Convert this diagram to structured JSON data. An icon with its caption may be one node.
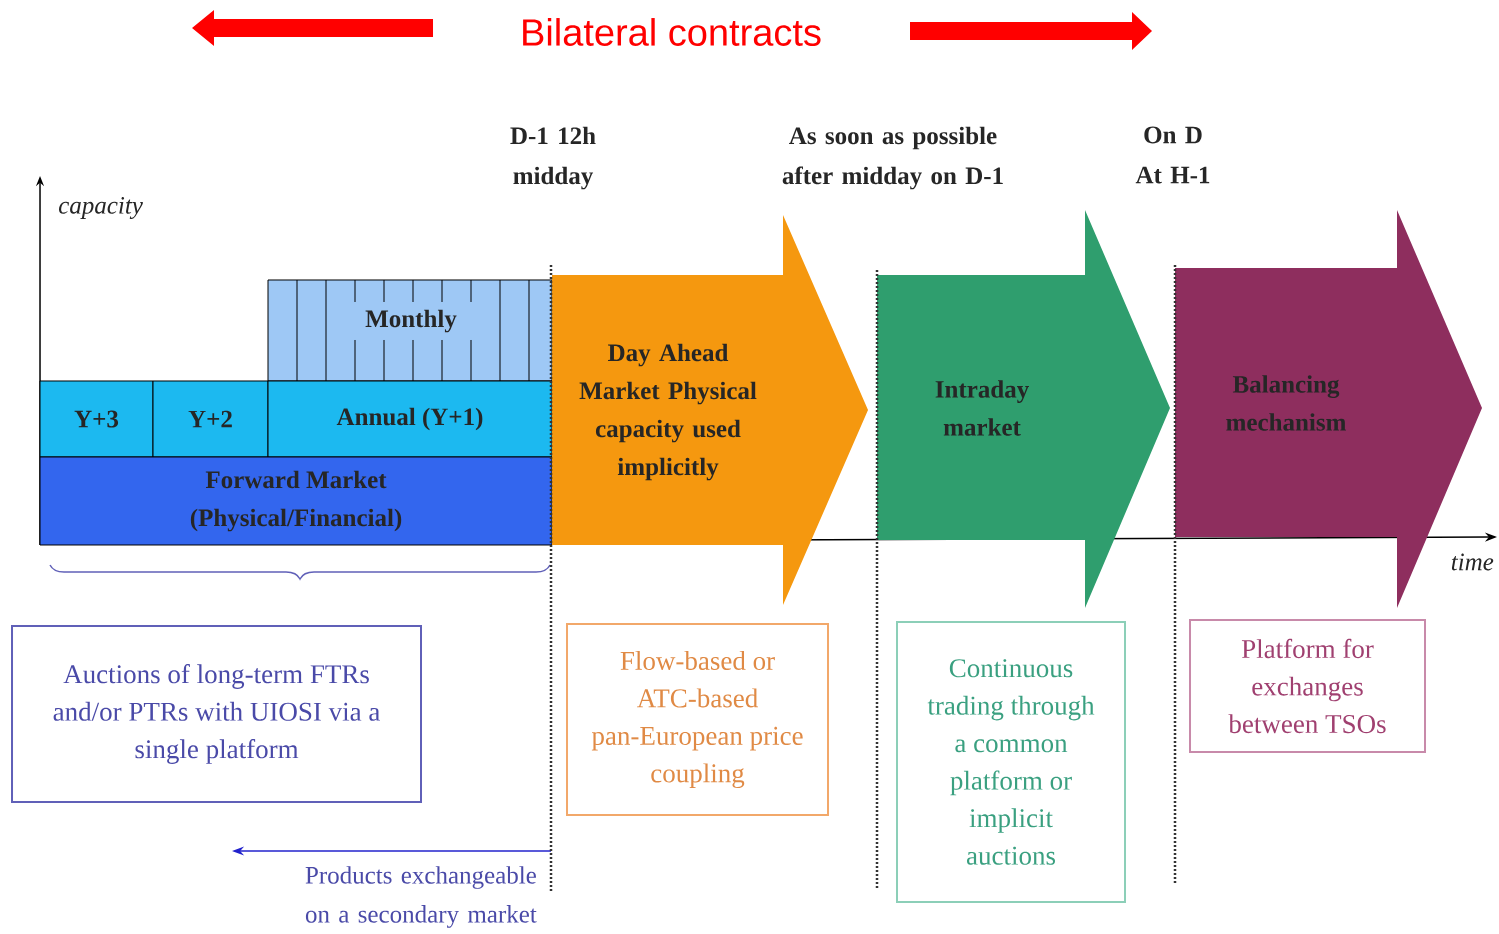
{
  "diagram": {
    "title": "Bilateral contracts",
    "nodes": [
      {
        "text": [
          "Monthly"
        ]
      },
      {
        "text": [
          "Y+3"
        ]
      },
      {
        "text": [
          "Y+2"
        ]
      },
      {
        "text": [
          "Annual (Y+1)"
        ]
      },
      {
        "text": [
          "Forward Market (Physical/Financial)"
        ]
      },
      {
        "text": [
          "Day Ahead Market Physical capacity used implicitly"
        ]
      },
      {
        "text": [
          "Intraday market"
        ]
      },
      {
        "text": [
          "Balancing mechanism"
        ]
      },
      {
        "text": [
          "Auctions of long-term FTRs and/or PTRs with UIOSI via a single platform"
        ]
      },
      {
        "text": [
          "Flow-based or ATC-based pan-European price coupling"
        ]
      },
      {
        "text": [
          "Continuous trading through a common platform or implicit auctions"
        ]
      },
      {
        "text": [
          "Platform for exchanges between TSOs"
        ]
      }
    ],
    "labels": [
      "D-1 12h midday",
      "As soon as possible after midday on D-1",
      "On D At H-1",
      "capacity",
      "time",
      "Products exchangeable on a secondary market"
    ]
  }
}
